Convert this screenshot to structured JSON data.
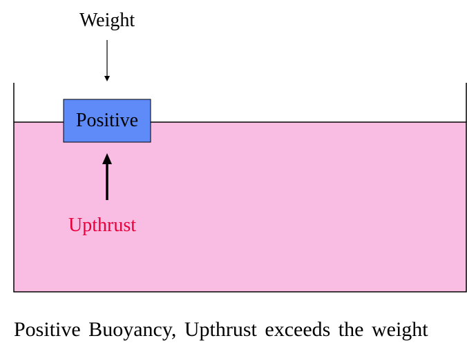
{
  "labels": {
    "weight": "Weight",
    "block": "Positive",
    "upthrust": "Upthrust"
  },
  "caption": "Positive Buoyancy, Upthrust exceeds the weight",
  "colors": {
    "water": "#f9bde3",
    "block": "#5f8bf9",
    "upthrust_text": "#e8003a",
    "outline": "#000000"
  }
}
